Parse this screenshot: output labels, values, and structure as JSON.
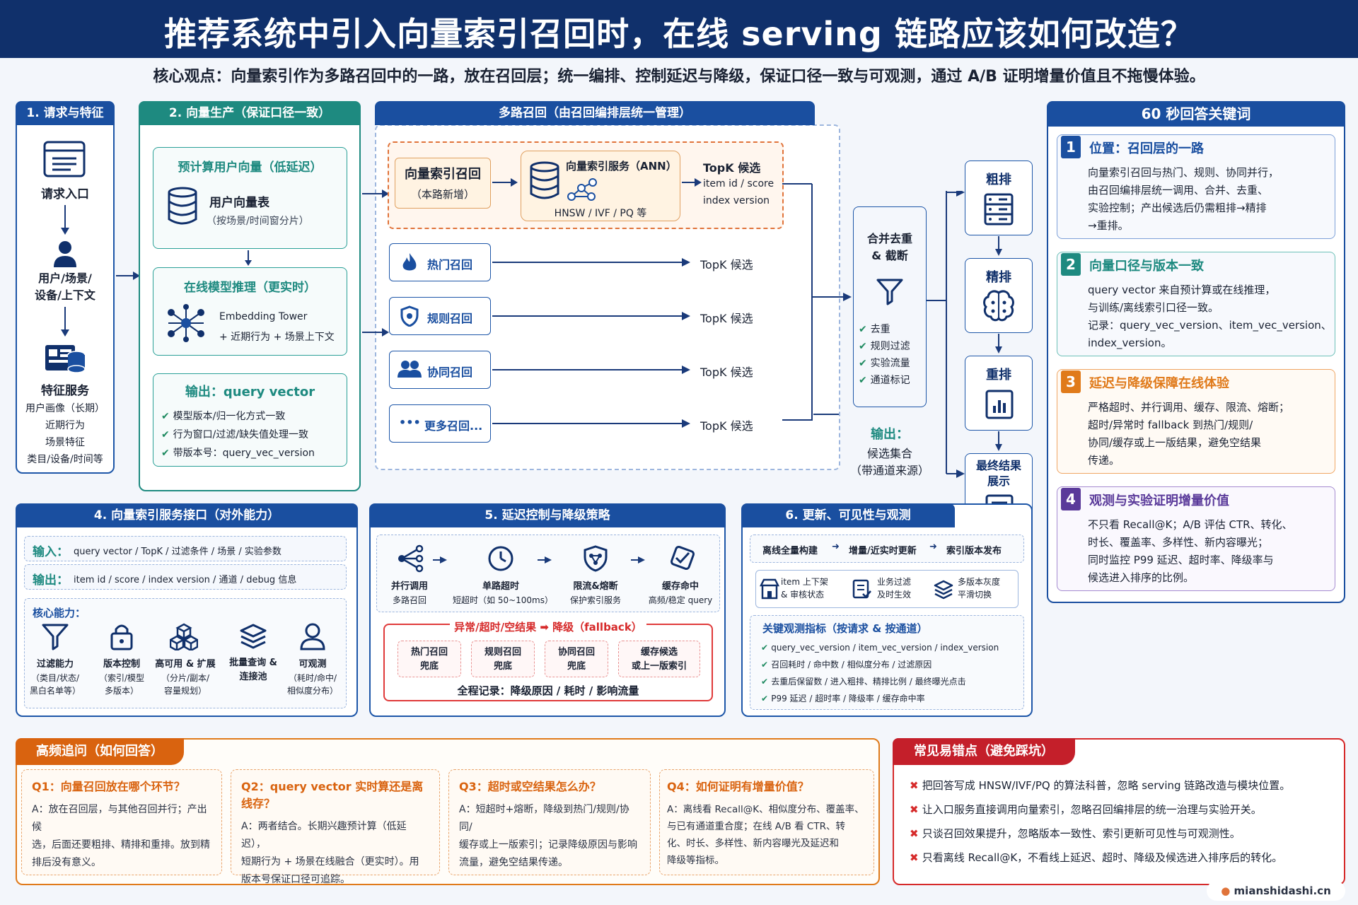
{
  "header": {
    "title": "推荐系统中引入向量索引召回时，在线 serving 链路应该如何改造？"
  },
  "core": "核心观点：向量索引作为多路召回中的一路，放在召回层；统一编排、控制延迟与降级，保证口径一致与可观测，通过 A/B 证明增量价值且不拖慢体验。",
  "sec1": {
    "title": "1. 请求与特征",
    "entry": "请求入口",
    "ctx": "用户/场景/\n设备/上下文",
    "feat": "特征服务",
    "feat_items": [
      "用户画像（长期）",
      "近期行为",
      "场景特征",
      "类目/设备/时间等"
    ]
  },
  "sec2": {
    "title": "2. 向量生产（保证口径一致）",
    "pre_title": "预计算用户向量（低延迟）",
    "pre_label": "用户向量表",
    "pre_sub": "（按场景/时间窗分片）",
    "online_title": "在线模型推理（更实时）",
    "online_l1": "Embedding Tower",
    "online_l2": "+ 近期行为 + 场景上下文",
    "out_title": "输出：query vector",
    "out_items": [
      "模型版本/归一化方式一致",
      "行为窗口/过滤/缺失值处理一致",
      "带版本号：query_vec_version"
    ]
  },
  "sec3": {
    "title": "多路召回（由召回编排层统一管理）",
    "vec_title": "向量索引召回",
    "vec_sub": "（本路新增）",
    "ann_title": "向量索引服务（ANN）",
    "ann_algo": "HNSW / IVF / PQ 等",
    "topk_title": "TopK 候选",
    "topk_sub1": "item id / score",
    "topk_sub2": "index version",
    "routes": [
      {
        "label": "热门召回",
        "out": "TopK 候选"
      },
      {
        "label": "规则召回",
        "out": "TopK 候选"
      },
      {
        "label": "协同召回",
        "out": "TopK 候选"
      },
      {
        "label": "更多召回...",
        "out": "TopK 候选"
      }
    ],
    "merge_title": "合并去重\n& 截断",
    "merge_items": [
      "去重",
      "规则过滤",
      "实验流量",
      "通道标记"
    ],
    "out_label": "输出：",
    "out_l1": "候选集合",
    "out_l2": "（带通道来源）"
  },
  "pipeline": {
    "stages": [
      "粗排",
      "精排",
      "重排",
      "最终结果\n展示"
    ]
  },
  "sec4": {
    "title": "4. 向量索引服务接口（对外能力）",
    "in_label": "输入：",
    "in_text": "query vector / TopK / 过滤条件 / 场景 / 实验参数",
    "out_label": "输出：",
    "out_text": "item id / score / index version / 通道 / debug 信息",
    "cap_label": "核心能力：",
    "caps": [
      {
        "t": "过滤能力",
        "d": "（类目/状态/\n黑白名单等）"
      },
      {
        "t": "版本控制",
        "d": "（索引/模型\n多版本）"
      },
      {
        "t": "高可用 & 扩展",
        "d": "（分片/副本/\n容量规划）"
      },
      {
        "t": "批量查询 &\n连接池",
        "d": ""
      },
      {
        "t": "可观测",
        "d": "（耗时/命中/\n相似度分布）"
      }
    ]
  },
  "sec5": {
    "title": "5. 延迟控制与降级策略",
    "steps": [
      {
        "t": "并行调用",
        "d": "多路召回"
      },
      {
        "t": "单路超时",
        "d": "短超时（如 50~100ms）"
      },
      {
        "t": "限流&熔断",
        "d": "保护索引服务"
      },
      {
        "t": "缓存命中",
        "d": "高频/稳定 query"
      }
    ],
    "fb_title": "异常/超时/空结果 ➡ 降级（fallback）",
    "fbs": [
      "热门召回\n兜底",
      "规则召回\n兜底",
      "协同召回\n兜底",
      "缓存候选\n或上一版索引"
    ],
    "log": "全程记录：降级原因 / 耗时 / 影响流量"
  },
  "sec6": {
    "title": "6. 更新、可见性与观测",
    "flow": [
      "离线全量构建",
      "增量/近实时更新",
      "索引版本发布"
    ],
    "row": [
      {
        "t": "item 上下架\n& 审核状态"
      },
      {
        "t": "业务过滤\n及时生效"
      },
      {
        "t": "多版本灰度\n平滑切换"
      }
    ],
    "kpi_title": "关键观测指标（按请求 & 按通道）",
    "kpis": [
      "query_vec_version / item_vec_version / index_version",
      "召回耗时 / 命中数 / 相似度分布 / 过滤原因",
      "去重后保留数 / 进入粗排、精排比例 / 最终曝光点击",
      "P99 延迟 / 超时率 / 降级率 / 缓存命中率"
    ]
  },
  "side": {
    "title": "60 秒回答关键词",
    "items": [
      {
        "n": "1",
        "t": "位置：召回层的一路",
        "d": [
          "向量索引召回与热门、规则、协同并行，",
          "由召回编排层统一调用、合并、去重、",
          "实验控制；产出候选后仍需粗排→精排",
          "→重排。"
        ],
        "color": "#1a4fa0"
      },
      {
        "n": "2",
        "t": "向量口径与版本一致",
        "d": [
          "query vector 来自预计算或在线推理，",
          "与训练/离线索引口径一致。",
          "记录：query_vec_version、item_vec_version、",
          "index_version。"
        ],
        "color": "#1e8a80"
      },
      {
        "n": "3",
        "t": "延迟与降级保障在线体验",
        "d": [
          "严格超时、并行调用、缓存、限流、熔断；",
          "超时/异常时 fallback 到热门/规则/",
          "协同/缓存或上一版结果，避免空结果",
          "传递。"
        ],
        "color": "#e07a1a"
      },
      {
        "n": "4",
        "t": "观测与实验证明增量价值",
        "d": [
          "不只看 Recall@K；A/B 评估 CTR、转化、",
          "时长、覆盖率、多样性、新内容曝光；",
          "同时监控 P99 延迟、超时率、降级率与",
          "候选进入排序的比例。"
        ],
        "color": "#5a3a9a"
      }
    ]
  },
  "faq": {
    "title": "高频追问（如何回答）",
    "items": [
      {
        "q": "Q1：向量召回放在哪个环节？",
        "a": [
          "A：放在召回层，与其他召回并行；产出候",
          "选，后面还要粗排、精排和重排。放到精",
          "排后没有意义。"
        ]
      },
      {
        "q": "Q2：query vector 实时算还是离线存？",
        "a": [
          "A：两者结合。长期兴趣预计算（低延迟），",
          "短期行为 + 场景在线融合（更实时）。用",
          "版本号保证口径可追踪。"
        ]
      },
      {
        "q": "Q3：超时或空结果怎么办？",
        "a": [
          "A：短超时+熔断，降级到热门/规则/协同/",
          "缓存或上一版索引；记录降级原因与影响",
          "流量，避免空结果传递。"
        ]
      },
      {
        "q": "Q4：如何证明有增量价值？",
        "a": [
          "A：离线看 Recall@K、相似度分布、覆盖率、",
          "与已有通道重合度；在线 A/B 看 CTR、转",
          "化、时长、多样性、新内容曝光及延迟和",
          "降级等指标。"
        ]
      }
    ]
  },
  "pitfall": {
    "title": "常见易错点（避免踩坑）",
    "items": [
      "把回答写成 HNSW/IVF/PQ 的算法科普，忽略 serving 链路改造与模块位置。",
      "让入口服务直接调用向量索引，忽略召回编排层的统一治理与实验开关。",
      "只谈召回效果提升，忽略版本一致性、索引更新可见性与可观测性。",
      "只看离线 Recall@K，不看线上延迟、超时、降级及候选进入排序后的转化。"
    ]
  },
  "footer": "mianshidashi.cn"
}
